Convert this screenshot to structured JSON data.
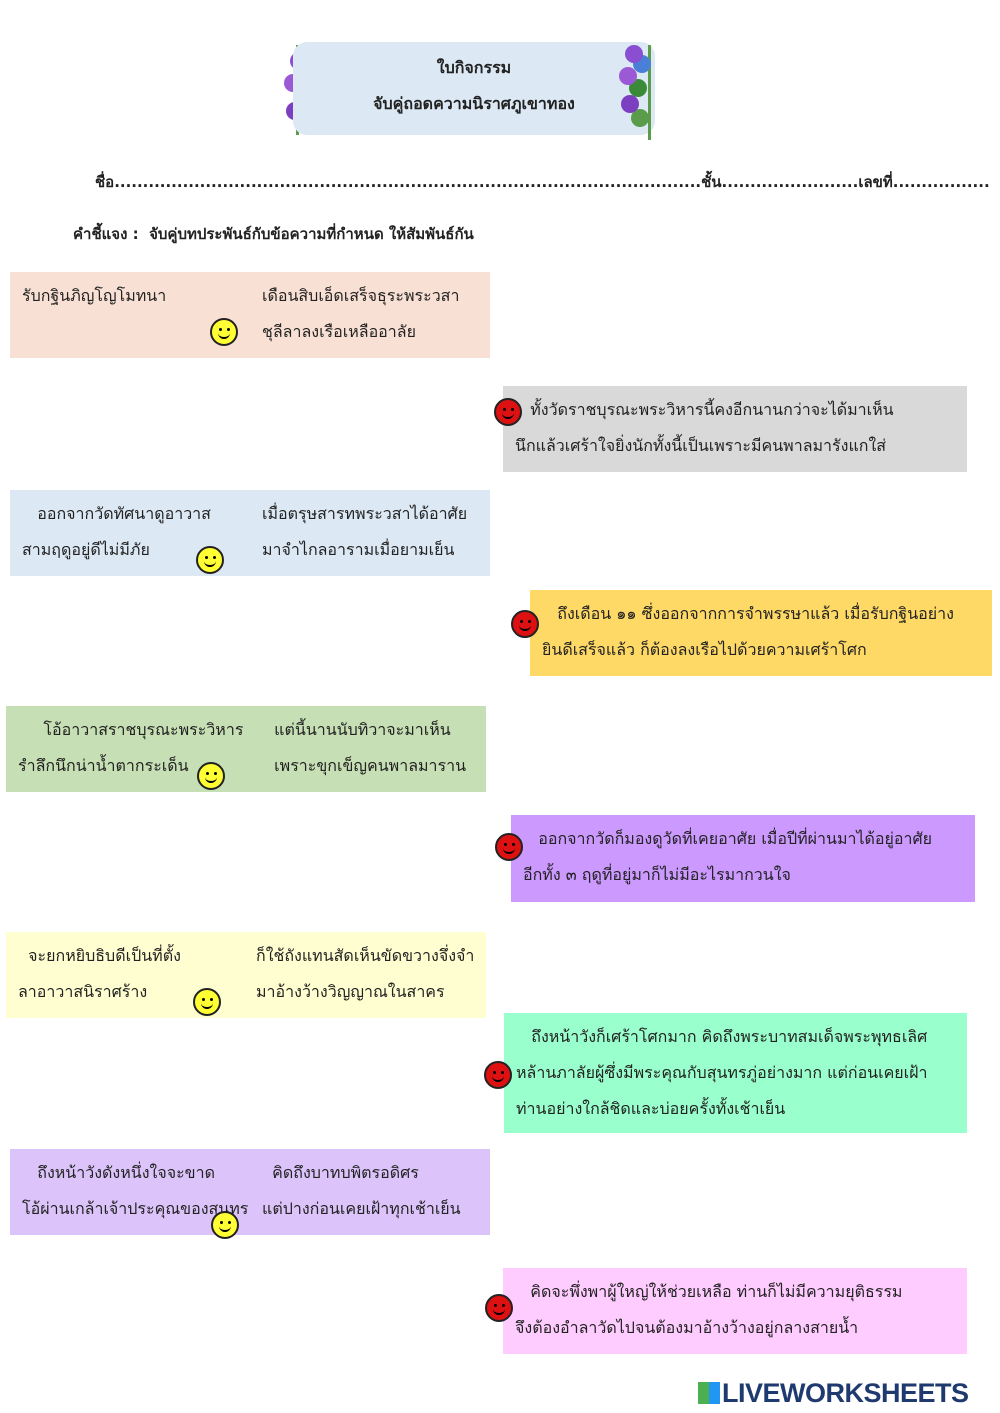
{
  "header": {
    "title": "ใบกิจกรรม",
    "subtitle": "จับคู่ถอดความนิราศภูเขาทอง"
  },
  "student_line": {
    "name": "ชื่อ.......................................................................................................",
    "class": "ชั้น........................",
    "number": "เลขที่................."
  },
  "instruction": {
    "label": "คำชี้แจง  :",
    "text": "จับคู่บทประพันธ์กับข้อความที่กำหนด ให้สัมพันธ์กัน"
  },
  "poems": [
    {
      "left": [
        "",
        "รับกฐินภิญโญโมทนา"
      ],
      "right": [
        "เดือนสิบเอ็ดเสร็จธุระพระวสา",
        "ชุลีลาลงเรือเหลืออาลัย"
      ],
      "color": "#f9e0d4"
    },
    {
      "left": [
        "   ออกจากวัดทัศนาดูอาวาส",
        "สามฤดูอยู่ดีไม่มีภัย"
      ],
      "right": [
        "เมื่อตรุษสารทพระวสาได้อาศัย",
        "มาจำไกลอารามเมื่อยามเย็น"
      ],
      "color": "#dce8f4"
    },
    {
      "left": [
        "     โอ้อาวาสราชบุรณะพระวิหาร",
        "รำลึกนึกน่าน้ำตากระเด็น"
      ],
      "right": [
        "  แต่นี้นานนับทิวาจะมาเห็น",
        "  เพราะขุกเข็ญคนพาลมาราน"
      ],
      "color": "#c6dfb4"
    },
    {
      "left": [
        "  จะยกหยิบธิบดีเป็นที่ตั้ง",
        "ลาอาวาสนิราศร้าง"
      ],
      "right": [
        "ก็ใช้ถังแทนสัดเห็นขัดขวางจึ่งจำ",
        "มาอ้างว้างวิญญาณในสาคร"
      ],
      "color": "#fefed0"
    },
    {
      "left": [
        "   ถึงหน้าวังดังหนึ่งใจจะขาด",
        "โอ้ผ่านเกล้าเจ้าประคุณของสุนทร"
      ],
      "right": [
        "  คิดถึงบาทบพิตรอดิศร",
        "แต่ปางก่อนเคยเฝ้าทุกเช้าเย็น"
      ],
      "color": "#dcc4fa"
    }
  ],
  "meanings": [
    {
      "lines": [
        "   ทั้งวัดราชบุรณะพระวิหารนี้คงอีกนานกว่าจะได้มาเห็น",
        "นึกแล้วเศร้าใจยิ่งนักทั้งนี้เป็นเพราะมีคนพาลมารังแกใส่"
      ],
      "color": "#d9d9d9"
    },
    {
      "lines": [
        "   ถึงเดือน ๑๑ ซึ่งออกจากการจำพรรษาแล้ว เมื่อรับกฐินอย่าง",
        "ยินดีเสร็จแล้ว ก็ต้องลงเรือไปด้วยความเศร้าโศก"
      ],
      "color": "#ffd966"
    },
    {
      "lines": [
        "   ออกจากวัดก็มองดูวัดที่เคยอาศัย เมื่อปีที่ผ่านมาได้อยู่อาศัย",
        "อีกทั้ง ๓ ฤดูที่อยู่มาก็ไม่มีอะไรมากวนใจ"
      ],
      "color": "#cc99ff"
    },
    {
      "lines": [
        "   ถึงหน้าวังก็เศร้าโศกมาก คิดถึงพระบาทสมเด็จพระพุทธเลิศ",
        "หล้านภาลัยผู้ซึ่งมีพระคุณกับสุนทรภู่อย่างมาก แต่ก่อนเคยเฝ้า",
        "ท่านอย่างใกล้ชิดและบ่อยครั้งทั้งเช้าเย็น"
      ],
      "color": "#99ffcc"
    },
    {
      "lines": [
        "   คิดจะพึ่งพาผู้ใหญ่ให้ช่วยเหลือ ท่านก็ไม่มีความยุติธรรม",
        "จึงต้องอำลาวัดไปจนต้องมาอ้างว้างอยู่กลางสายน้ำ"
      ],
      "color": "#ffccff"
    }
  ],
  "footer": {
    "logo": "LIVEWORKSHEETS"
  }
}
